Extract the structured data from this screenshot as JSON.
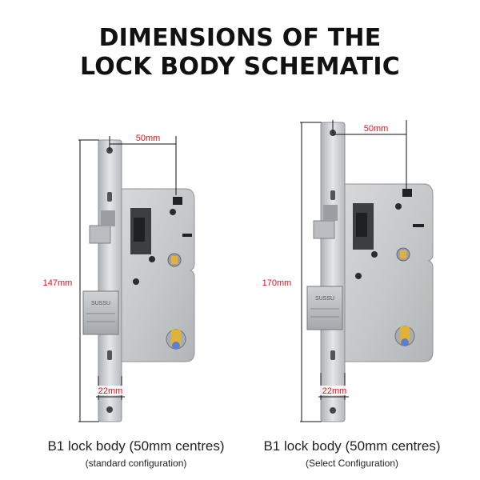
{
  "title": {
    "line1": "DIMENSIONS OF THE",
    "line2": "LOCK BODY SCHEMATIC"
  },
  "left_lock": {
    "width_label": "50mm",
    "height_label": "147mm",
    "faceplate_label": "22mm",
    "caption": "B1 lock body (50mm centres)",
    "subcaption": "(standard configuration)",
    "latch_text": "SUSSU"
  },
  "right_lock": {
    "width_label": "50mm",
    "height_label": "170mm",
    "faceplate_label": "22mm",
    "caption": "B1 lock body (50mm centres)",
    "subcaption": "(Select Configuration)",
    "latch_text": "SUSSU"
  },
  "colors": {
    "dimension_text": "#e0141e",
    "dimension_line": "#111111",
    "steel": "#c9cccf"
  }
}
